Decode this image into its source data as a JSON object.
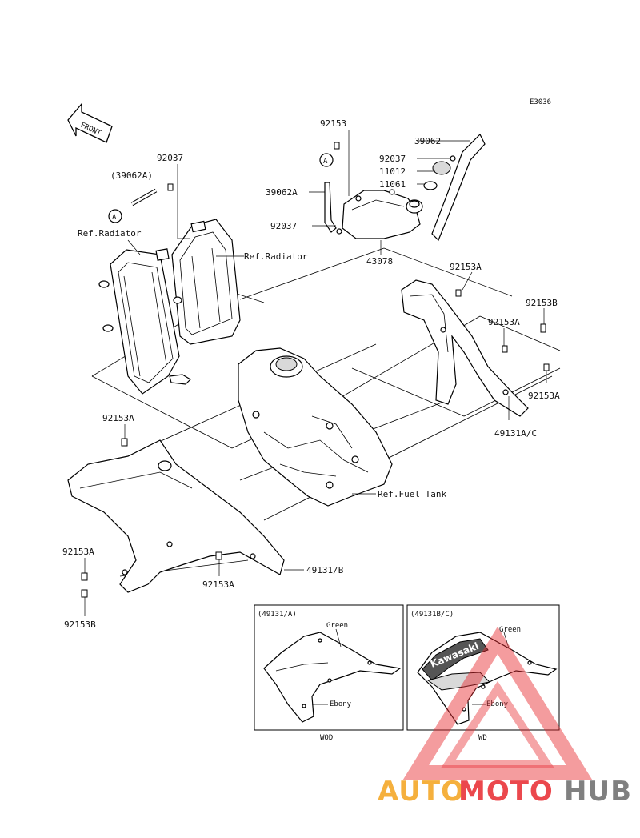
{
  "diagram_code": "E3036",
  "front_label": "FRONT",
  "callout_a": "A",
  "labels": {
    "p92153_top": "92153",
    "p39062": "39062",
    "p92037_right": "92037",
    "p11012": "11012",
    "p11061": "11061",
    "p39062A": "39062A",
    "p92037_tank": "92037",
    "p43078": "43078",
    "p92037_left": "92037",
    "p39062A_paren": "(39062A)",
    "ref_radiator_left": "Ref.Radiator",
    "ref_radiator_right": "Ref.Radiator",
    "p92153A_top": "92153A",
    "p92153B_right": "92153B",
    "p92153A_mid": "92153A",
    "p92153A_right": "92153A",
    "p49131AC": "49131A/C",
    "p92153A_leftmid": "92153A",
    "ref_fuel_tank": "Ref.Fuel Tank",
    "p92153A_bl": "92153A",
    "p49131B": "49131/B",
    "p92153A_bc": "92153A",
    "p92153B_bl": "92153B"
  },
  "inset_left": {
    "title": "(49131/A)",
    "green": "Green",
    "ebony": "Ebony",
    "caption": "WOD"
  },
  "inset_right": {
    "title": "(49131B/C)",
    "green": "Green",
    "ebony": "Ebony",
    "caption": "WD",
    "decal": "Kawasaki"
  },
  "watermark": {
    "part1": "AUTO",
    "part2": "MOTO",
    "part3": "HUB",
    "color1": "#f4a31c",
    "color2": "#e8292f",
    "color3": "#6b6b6b"
  }
}
